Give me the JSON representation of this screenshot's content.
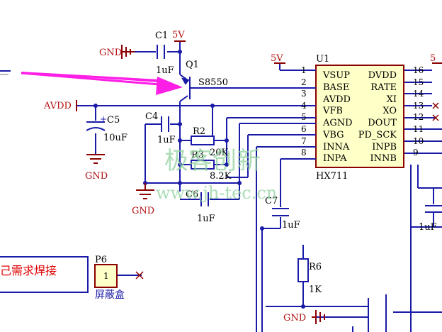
{
  "labels": {
    "gnd_c1": "GND",
    "v5_q1": "5V",
    "v5_u1": "5V",
    "v5_right": "5",
    "avdd": "AVDD",
    "gnd_c5": "GND",
    "gnd_c4": "GND",
    "gnd_bottom": "GND"
  },
  "components": {
    "c1": {
      "ref": "C1",
      "value": "1uF"
    },
    "q1": {
      "ref": "Q1",
      "part": "S8550"
    },
    "c5": {
      "ref": "C5",
      "value": "10uF"
    },
    "c4": {
      "ref": "C4",
      "value": "1uF"
    },
    "r2": {
      "ref": "R2",
      "value": "20K"
    },
    "r3": {
      "ref": "R3",
      "value": "8.2K"
    },
    "c6": {
      "ref": "C6",
      "value": "1uF"
    },
    "c7": {
      "ref": "C7",
      "value": "1uF"
    },
    "r6": {
      "ref": "R6",
      "value": "1K"
    },
    "c_right": {
      "value": "1uF"
    },
    "u1": {
      "ref": "U1",
      "part": "HX711"
    },
    "p6": {
      "ref": "P6",
      "pin": "1",
      "desc": "屏蔽盒"
    }
  },
  "u1": {
    "left": [
      {
        "num": "1",
        "name": "VSUP"
      },
      {
        "num": "2",
        "name": "BASE"
      },
      {
        "num": "3",
        "name": "AVDD"
      },
      {
        "num": "4",
        "name": "VFB"
      },
      {
        "num": "5",
        "name": "AGND"
      },
      {
        "num": "6",
        "name": "VBG"
      },
      {
        "num": "7",
        "name": "INNA"
      },
      {
        "num": "8",
        "name": "INPA"
      }
    ],
    "right": [
      {
        "num": "16",
        "name": "DVDD"
      },
      {
        "num": "15",
        "name": "RATE"
      },
      {
        "num": "14",
        "name": "XI"
      },
      {
        "num": "13",
        "name": "XO"
      },
      {
        "num": "12",
        "name": "DOUT"
      },
      {
        "num": "11",
        "name": "PD_SCK"
      },
      {
        "num": "10",
        "name": "INPB"
      },
      {
        "num": "9",
        "name": "INNB"
      }
    ]
  },
  "note": {
    "text": "己需求焊接"
  },
  "watermark": {
    "brand": "极客创新",
    "url": "www.jh-tec.cn"
  }
}
